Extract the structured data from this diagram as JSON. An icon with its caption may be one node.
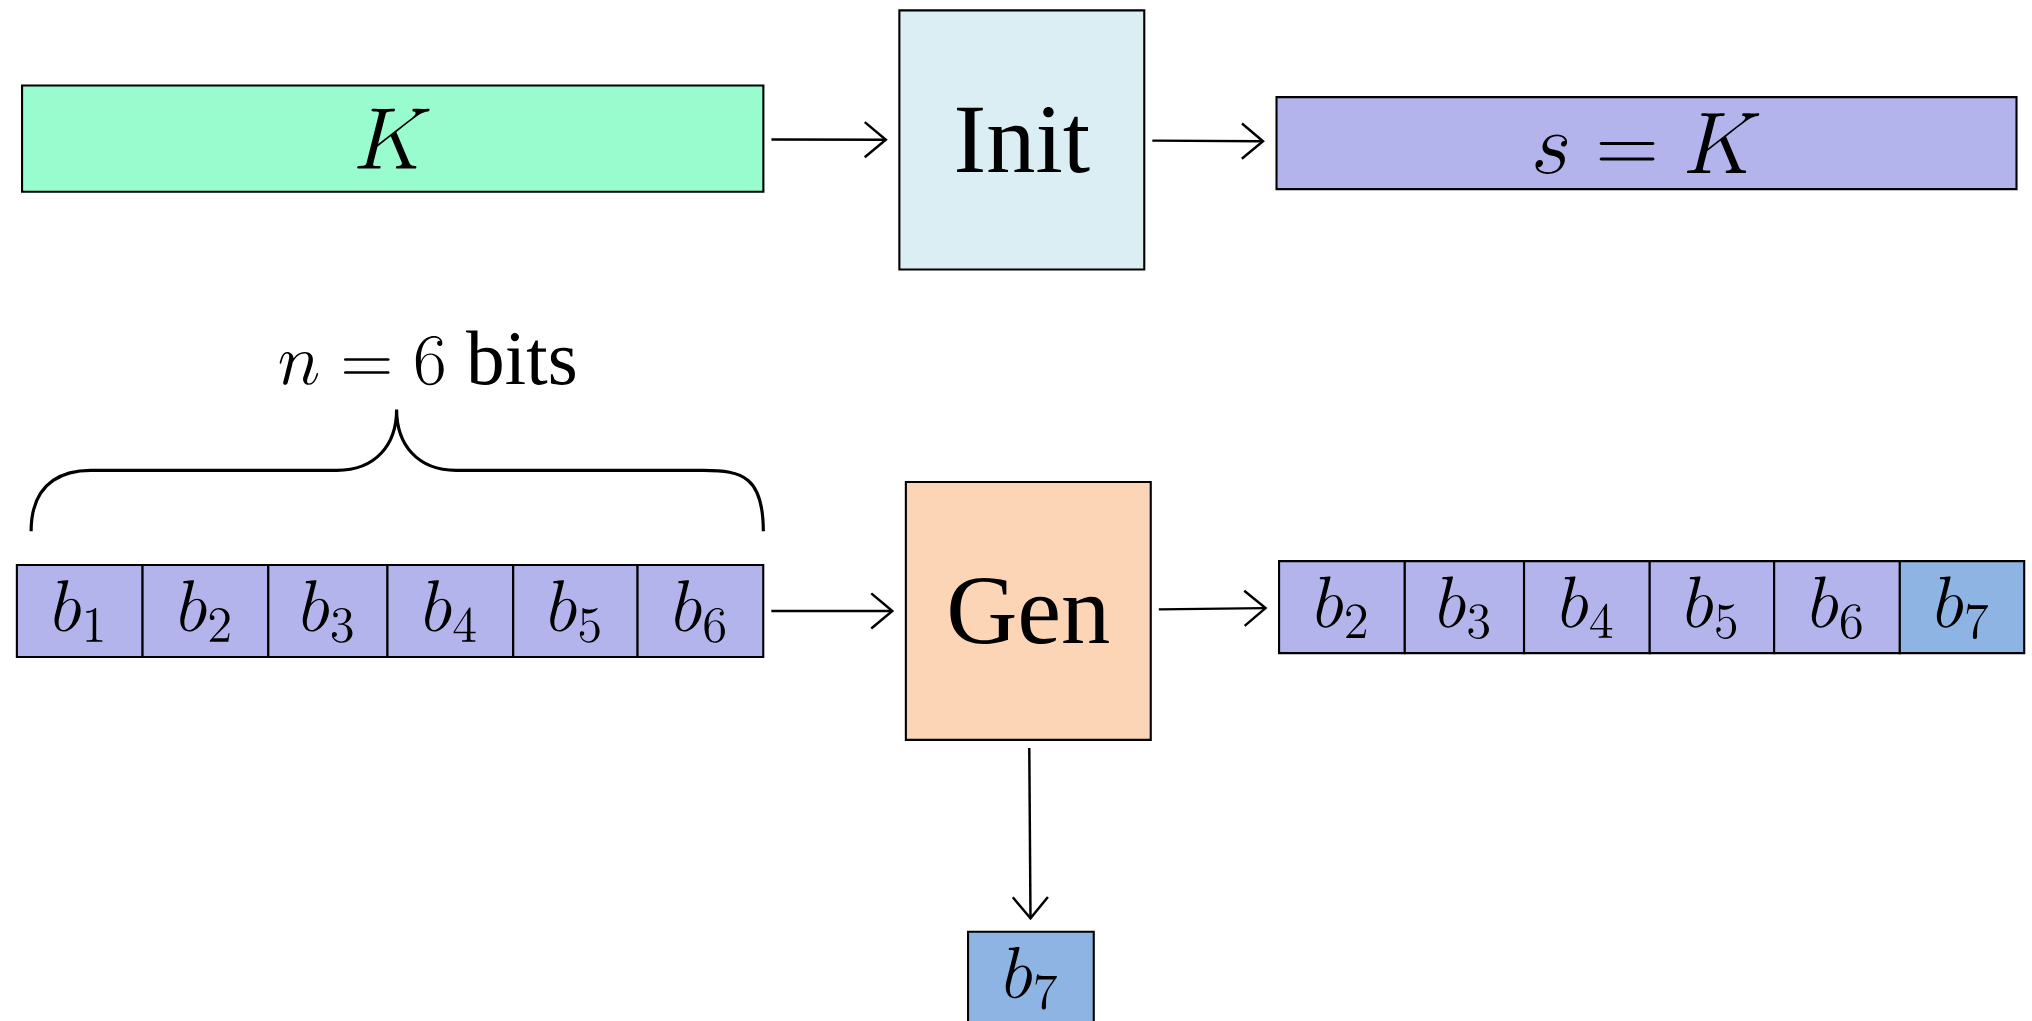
{
  "diagram": {
    "nodes": [
      {
        "text": [
          "K"
        ]
      },
      {
        "text": [
          "Init"
        ]
      },
      {
        "text": [
          "s = K"
        ]
      },
      {
        "text": [
          "b_1"
        ]
      },
      {
        "text": [
          "b_2"
        ]
      },
      {
        "text": [
          "b_3"
        ]
      },
      {
        "text": [
          "b_4"
        ]
      },
      {
        "text": [
          "b_5"
        ]
      },
      {
        "text": [
          "b_6"
        ]
      },
      {
        "text": [
          "Gen"
        ]
      },
      {
        "text": [
          "b_2"
        ]
      },
      {
        "text": [
          "b_3"
        ]
      },
      {
        "text": [
          "b_4"
        ]
      },
      {
        "text": [
          "b_5"
        ]
      },
      {
        "text": [
          "b_6"
        ]
      },
      {
        "text": [
          "b_7"
        ]
      },
      {
        "text": [
          "b_7"
        ]
      }
    ],
    "edges": [
      {
        "from": 0,
        "to": 1,
        "arrow": "to"
      },
      {
        "from": 1,
        "to": 2,
        "arrow": "to"
      },
      {
        "from": 8,
        "to": 9,
        "arrow": "to"
      },
      {
        "from": 9,
        "to": 10,
        "arrow": "to"
      },
      {
        "from": 9,
        "to": 16,
        "arrow": "to"
      }
    ],
    "labels": [
      "n = 6 \\text{ bits}"
    ]
  }
}
